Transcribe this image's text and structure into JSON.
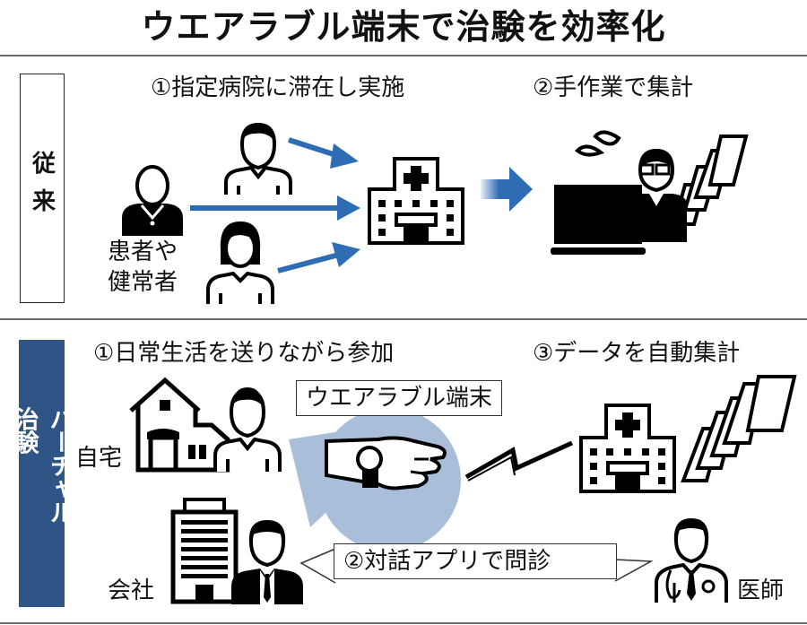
{
  "title": "ウエアラブル端末で治験を効率化",
  "conventional": {
    "label": "従来",
    "step1": "①指定病院に滞在し実施",
    "step2": "②手作業で集計",
    "participants_label_line1": "患者や",
    "participants_label_line2": "健常者"
  },
  "virtual": {
    "label": "バーチャル治験",
    "step1": "①日常生活を送りながら参加",
    "step3": "③データを自動集計",
    "wearable_label": "ウエアラブル端末",
    "step2_bubble": "②対話アプリで問診",
    "home_label": "自宅",
    "office_label": "会社",
    "doctor_label": "医師"
  },
  "colors": {
    "accent_blue": "#2e6db4",
    "virtual_label_bg": "#2e5586",
    "bubble_bg": "#a9bfd9"
  }
}
